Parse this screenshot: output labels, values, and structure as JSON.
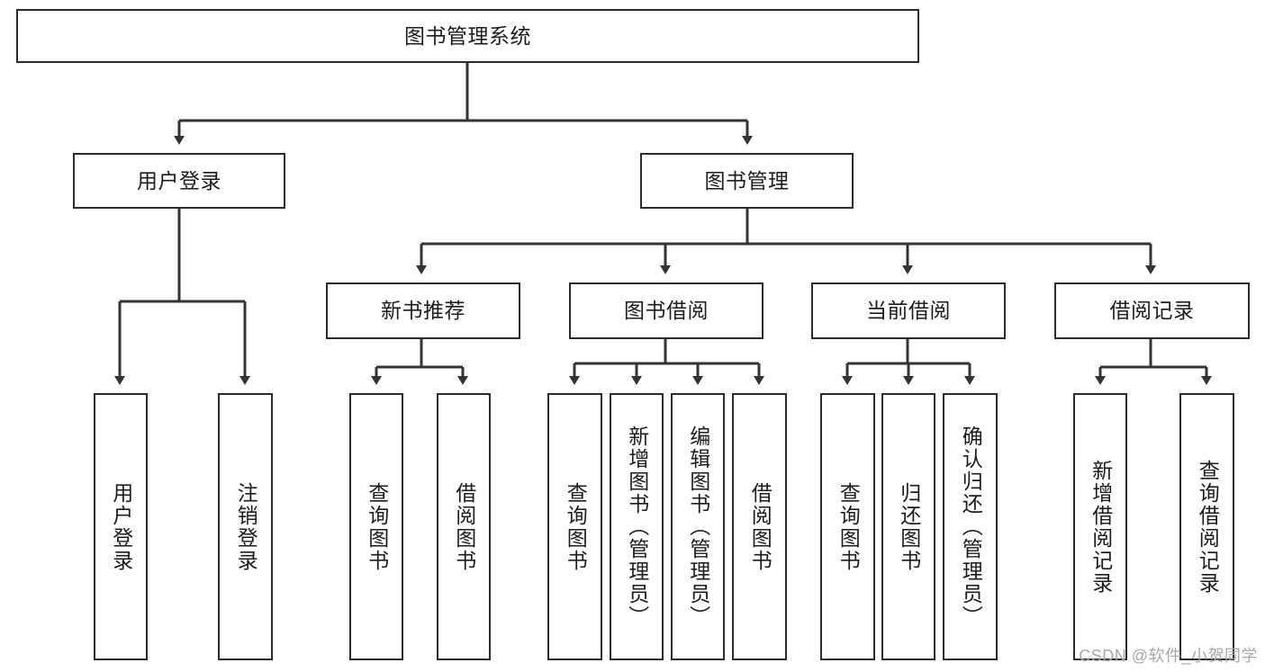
{
  "diagram": {
    "title_node": {
      "label": "图书管理系统"
    },
    "tier2": [
      {
        "label": "用户登录"
      },
      {
        "label": "图书管理"
      }
    ],
    "tier3": [
      {
        "label": "新书推荐"
      },
      {
        "label": "图书借阅"
      },
      {
        "label": "当前借阅"
      },
      {
        "label": "借阅记录"
      }
    ],
    "leaves": {
      "user_login": [
        {
          "label": "用户登录"
        },
        {
          "label": "注销登录"
        }
      ],
      "new_book_recommend": [
        {
          "label": "查询图书"
        },
        {
          "label": "借阅图书"
        }
      ],
      "book_borrow": [
        {
          "label": "查询图书"
        },
        {
          "label": "新增图书（管理员）"
        },
        {
          "label": "编辑图书（管理员）"
        },
        {
          "label": "借阅图书"
        }
      ],
      "current_borrow": [
        {
          "label": "查询图书"
        },
        {
          "label": "归还图书"
        },
        {
          "label": "确认归还（管理员）"
        }
      ],
      "borrow_record": [
        {
          "label": "新增借阅记录"
        },
        {
          "label": "查询借阅记录"
        }
      ]
    }
  },
  "watermark": {
    "text": "CSDN @软件_小贺同学"
  },
  "colors": {
    "box_border": "#2b2b2b",
    "box_fill": "#ffffff",
    "text": "#1c1c1c",
    "connector": "#333333",
    "watermark": "#a8a8a8"
  }
}
